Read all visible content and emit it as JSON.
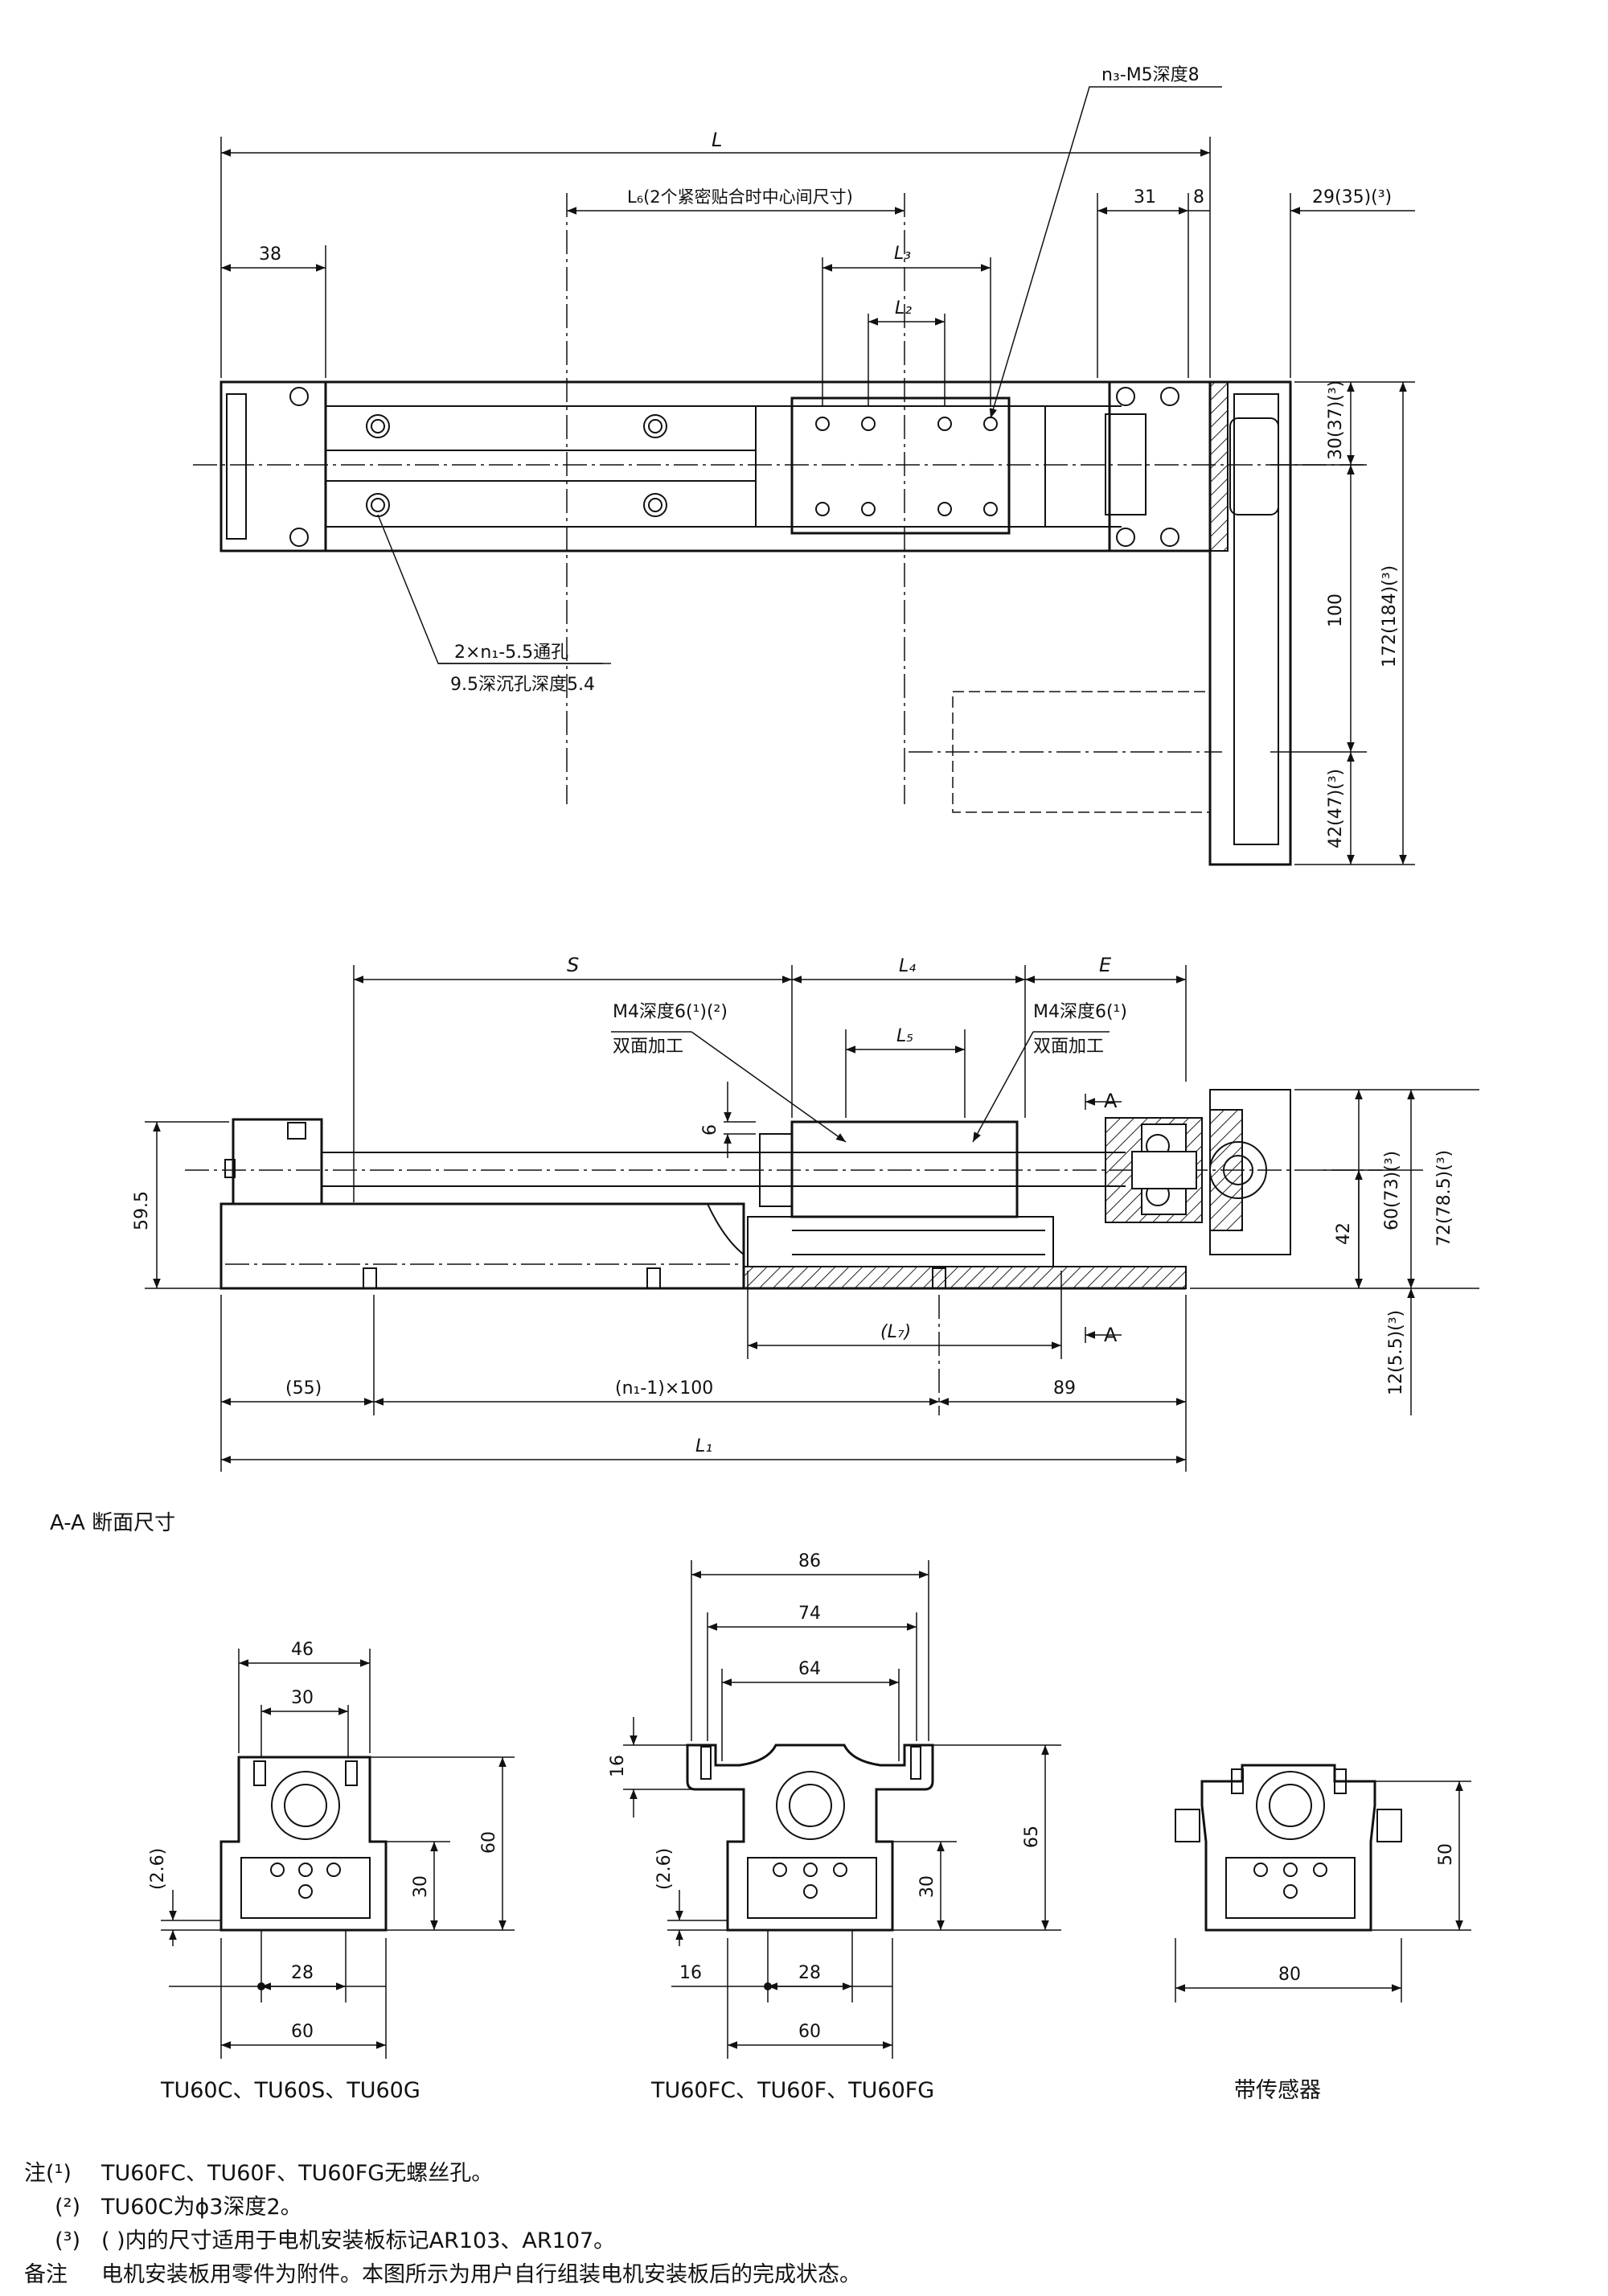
{
  "top_view": {
    "callout_n3": "n₃-M5深度8",
    "L": "L",
    "L6": "L₆(2个紧密贴合时中心间尺寸)",
    "L3": "L₃",
    "L2": "L₂",
    "d38": "38",
    "d31": "31",
    "d8": "8",
    "d29": "29(35)(³)",
    "d30": "30(37)(³)",
    "d100": "100",
    "d172": "172(184)(³)",
    "d42": "42(47)(³)",
    "callout_hole_1": "2×n₁-5.5通孔",
    "callout_hole_2": "9.5深沉孔深度5.4"
  },
  "front_view": {
    "S": "S",
    "L4": "L₄",
    "E": "E",
    "L5": "L₅",
    "m4_left": "M4深度6(¹)(²)",
    "m4_left_sub": "双面加工",
    "m4_right": "M4深度6(¹)",
    "m4_right_sub": "双面加工",
    "section_A_top": "A",
    "section_A_bottom": "A",
    "d6": "6",
    "d595": "59.5",
    "d60_73": "60(73)(³)",
    "d72": "72(78.5)(³)",
    "d42": "42",
    "d12": "12(5.5)(³)",
    "L7": "(L₇)",
    "d55": "(55)",
    "pitch": "(n₁-1)×100",
    "d89": "89",
    "L1": "L₁"
  },
  "section": {
    "title": "A-A 断面尺寸",
    "view1": {
      "d46": "46",
      "d30w": "30",
      "d60h": "60",
      "d26": "(2.6)",
      "d30h": "30",
      "d28": "28",
      "d60w": "60",
      "caption": "TU60C、TU60S、TU60G"
    },
    "view2": {
      "d86": "86",
      "d74": "74",
      "d64": "64",
      "d16h": "16",
      "d26": "(2.6)",
      "d30h": "30",
      "d65": "65",
      "d16w": "16",
      "d28": "28",
      "d60w": "60",
      "caption": "TU60FC、TU60F、TU60FG"
    },
    "view3": {
      "d50": "50",
      "d80": "80",
      "caption": "带传感器"
    }
  },
  "notes": [
    {
      "mark": "注(¹)",
      "text": "TU60FC、TU60F、TU60FG无螺丝孔。"
    },
    {
      "mark": "(²)",
      "text": "TU60C为ϕ3深度2。"
    },
    {
      "mark": "(³)",
      "text": "( )内的尺寸适用于电机安装板标记AR103、AR107。"
    },
    {
      "mark": "备注",
      "text": "电机安装板用零件为附件。本图所示为用户自行组装电机安装板后的完成状态。"
    }
  ]
}
